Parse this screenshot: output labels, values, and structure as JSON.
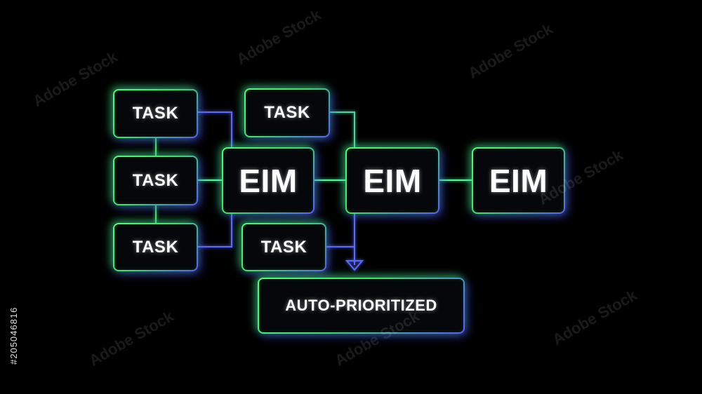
{
  "diagram": {
    "tasks": [
      "TASK",
      "TASK",
      "TASK",
      "TASK",
      "TASK"
    ],
    "eims": [
      "EIM",
      "EIM",
      "EIM"
    ],
    "output": "AUTO-PRIORITIZED",
    "colors": {
      "background": "#000000",
      "glow_green": "#4cff7a",
      "glow_blue": "#5a5cff",
      "text": "#ffffff"
    }
  },
  "watermark": "Adobe Stock",
  "stock_id": "#205046816"
}
